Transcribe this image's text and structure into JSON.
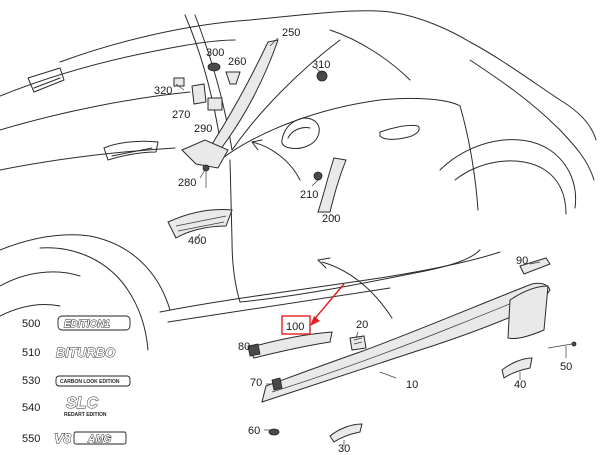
{
  "labels": {
    "l250": "250",
    "l300": "300",
    "l260": "260",
    "l310": "310",
    "l320": "320",
    "l270": "270",
    "l290": "290",
    "l280": "280",
    "l210": "210",
    "l200": "200",
    "l400": "400",
    "l90": "90",
    "l100": "100",
    "l20": "20",
    "l80": "80",
    "l70": "70",
    "l10": "10",
    "l40": "40",
    "l50": "50",
    "l60": "60",
    "l30": "30"
  },
  "emblems": {
    "e500": {
      "number": "500",
      "text": "EDITION1"
    },
    "e510": {
      "number": "510",
      "text": "BITURBO"
    },
    "e530": {
      "number": "530",
      "text": "CARBON LOOK EDITION"
    },
    "e540": {
      "number": "540",
      "text": "SLC",
      "subtext": "REDART EDITION"
    },
    "e550": {
      "number": "550",
      "text": "V8",
      "subtext": "AMG"
    }
  },
  "highlight": {
    "color": "#e02020",
    "callout": "100"
  },
  "colors": {
    "line": "#2b2b2b",
    "part_fill": "#e9e9e9"
  }
}
